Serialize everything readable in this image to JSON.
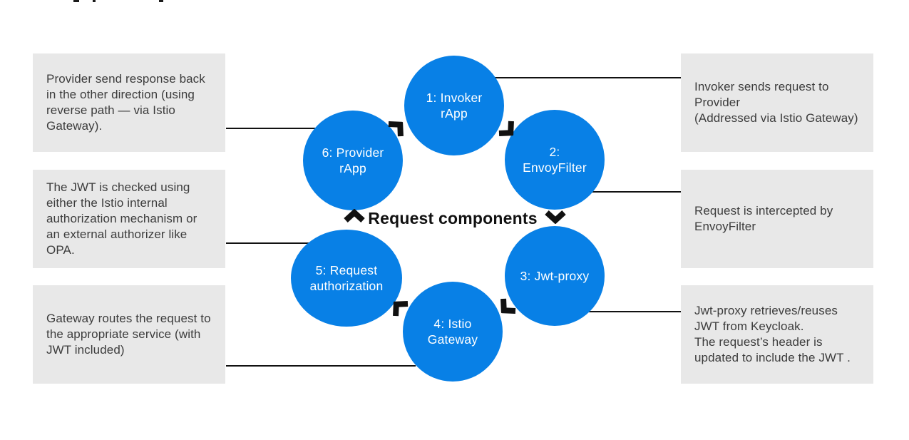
{
  "colors": {
    "accent": "#0880E6",
    "note_bg": "#E8E8E8",
    "note_text": "#3C3C3C",
    "line": "#111111",
    "center_text": "#111111"
  },
  "center_label": "Request components",
  "nodes": [
    "1: Invoker\nrApp",
    "2:\nEnvoyFilter",
    "3: Jwt-proxy",
    "4: Istio\nGateway",
    "5: Request\nauthorization",
    "6: Provider\nrApp"
  ],
  "notes_left": [
    "Provider send response back\nin the other direction (using\nreverse path — via Istio\nGateway).",
    "The JWT is checked using\neither the Istio internal\nauthorization mechanism or\nan external authorizer like\nOPA.",
    "Gateway routes the request to\nthe appropriate service (with\nJWT included)"
  ],
  "notes_right": [
    "Invoker sends request to\nProvider\n(Addressed via Istio Gateway)",
    "Request is intercepted by\nEnvoyFilter",
    "Jwt-proxy retrieves/reuses\nJWT from Keycloak.\nThe request’s header is\nupdated to include the JWT ."
  ]
}
